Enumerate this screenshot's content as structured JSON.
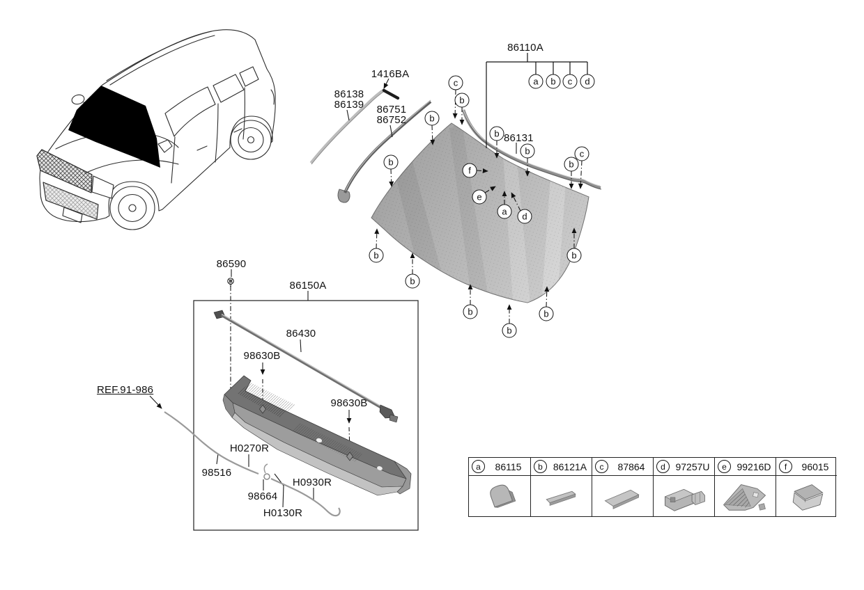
{
  "labels": {
    "windshield_assembly": "86110A",
    "clip": "1416BA",
    "strip_upper": "86138",
    "strip_lower": "86139",
    "moulding_upper": "86751",
    "moulding_lower": "86752",
    "side_moulding": "86131",
    "screw": "86590",
    "cowl_assembly": "86150A",
    "weatherstrip": "86430",
    "clip_cowl": "98630B",
    "ref": "REF.91-986",
    "hose": "98516",
    "hose_h0270r": "H0270R",
    "connector": "98664",
    "hose_h0130r": "H0130R",
    "hose_h0930r": "H0930R"
  },
  "callouts": {
    "a": "a",
    "b": "b",
    "c": "c",
    "d": "d",
    "e": "e",
    "f": "f"
  },
  "legend": {
    "items": [
      {
        "letter": "a",
        "part": "86115"
      },
      {
        "letter": "b",
        "part": "86121A"
      },
      {
        "letter": "c",
        "part": "87864"
      },
      {
        "letter": "d",
        "part": "97257U"
      },
      {
        "letter": "e",
        "part": "99216D"
      },
      {
        "letter": "f",
        "part": "96015"
      }
    ]
  },
  "colors": {
    "line": "#1a1a1a",
    "glass_light": "#c9c9c9",
    "glass_dark": "#989898",
    "background": "#ffffff"
  }
}
